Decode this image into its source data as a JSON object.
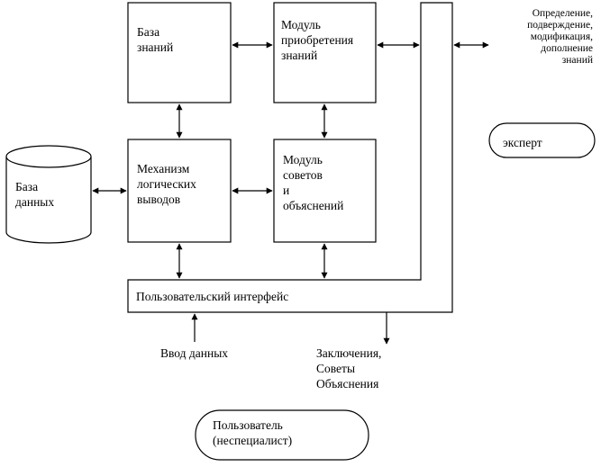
{
  "nodes": {
    "knowledge_base": "База\nзнаний",
    "acquisition_module": "Модуль\nприобретения\nзнаний",
    "inference_engine": "Механизм\nлогических\nвыводов",
    "advice_module": "Модуль\nсоветов\nи\nобъяснений",
    "database": "База\nданных",
    "user_interface": "Пользовательский интерфейс",
    "expert": "эксперт",
    "user": "Пользователь\n(неспециалист)"
  },
  "labels": {
    "expert_actions": "Определение,\nподверждение,\nмодификация,\nдополнение\nзнаний",
    "data_input": "Ввод данных",
    "outputs": "Заключения,\nСоветы\nОбъяснения"
  }
}
